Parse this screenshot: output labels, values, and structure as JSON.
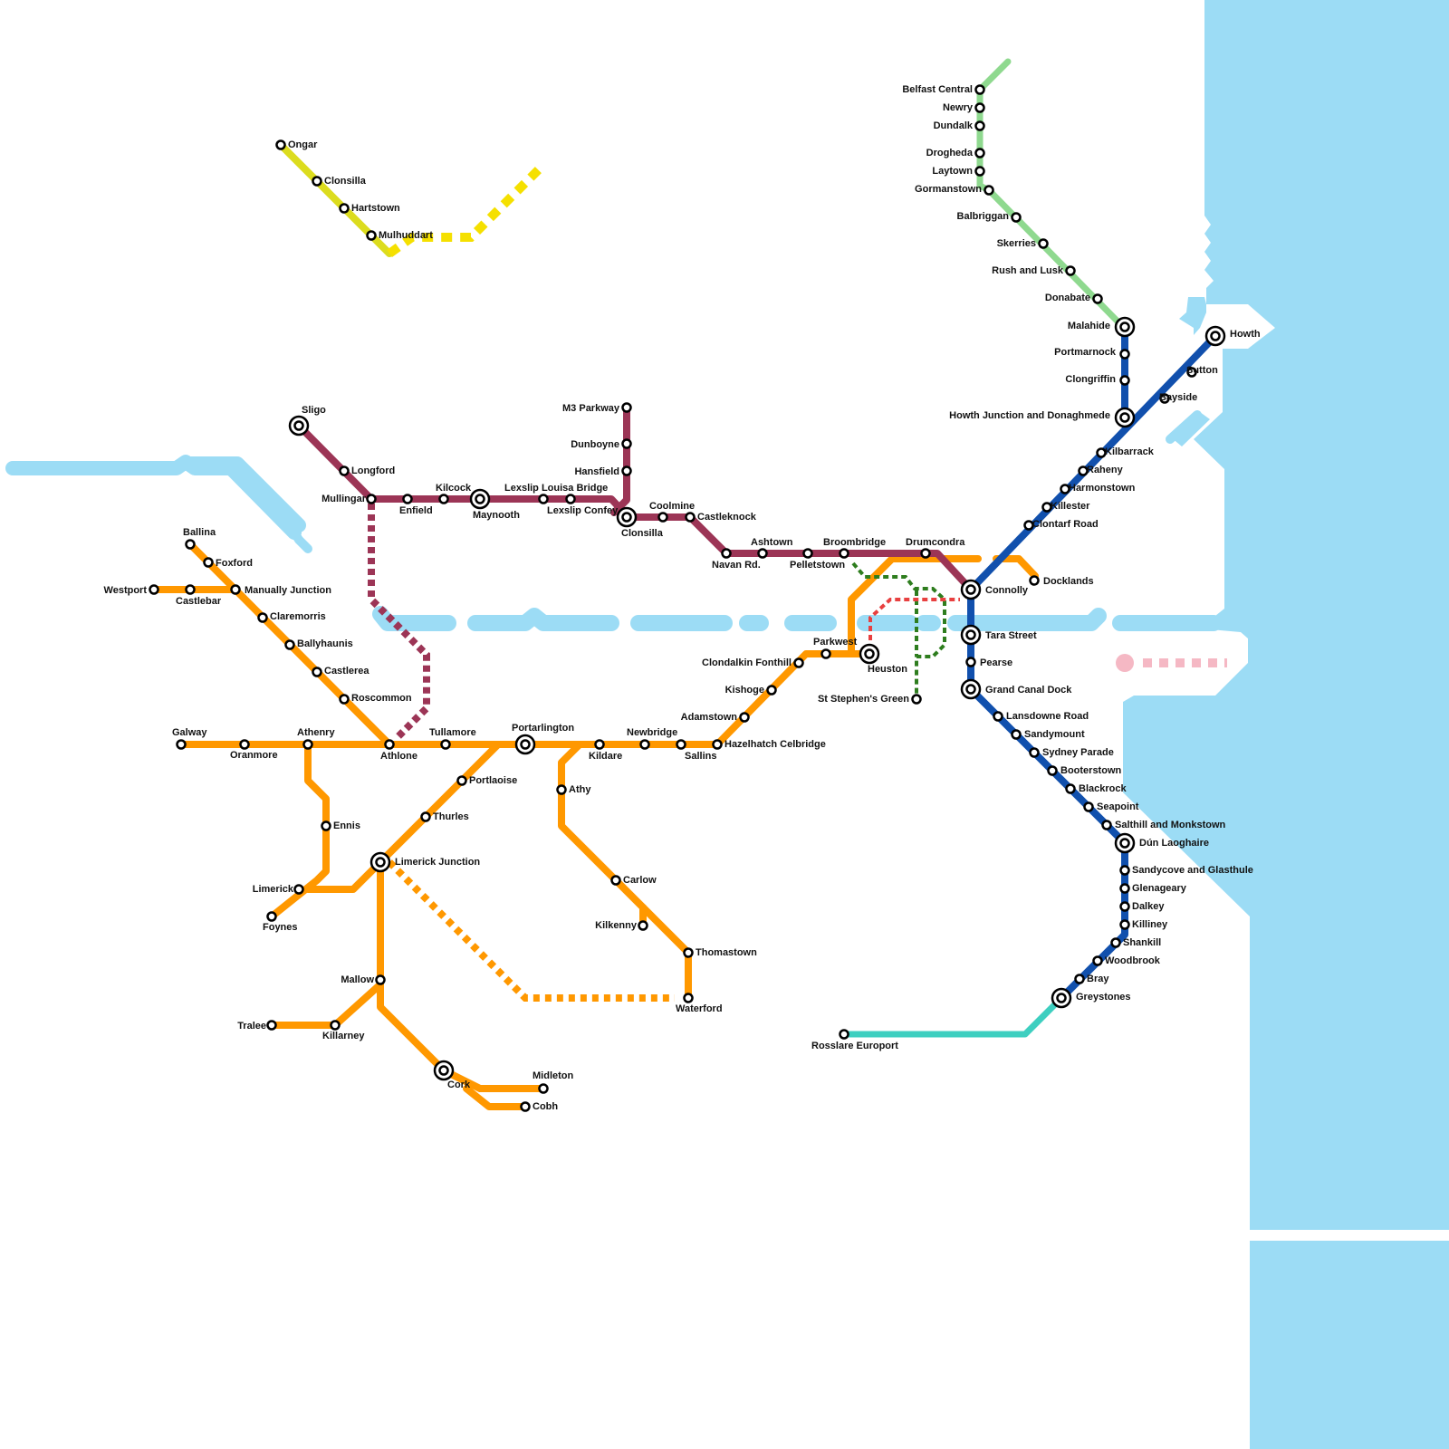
{
  "map": {
    "colors": {
      "water": "#9cdcf5",
      "intercity": "#ff9800",
      "maynooth": "#9c3556",
      "dart": "#1150ad",
      "northern": "#8fd98f",
      "rosslare": "#3ecfc0",
      "ongar_planned": "#dcdc1e",
      "luas_green": "#2e7d1e",
      "luas_red": "#e84040",
      "howth_ferry": "#f5b8c4"
    },
    "lines": [
      {
        "id": "dart",
        "color_key": "dart"
      },
      {
        "id": "northern-commuter",
        "color_key": "northern"
      },
      {
        "id": "maynooth-line",
        "color_key": "maynooth"
      },
      {
        "id": "intercity-network",
        "color_key": "intercity"
      },
      {
        "id": "rosslare-line",
        "color_key": "rosslare"
      },
      {
        "id": "ongar-line",
        "color_key": "ongar_planned"
      },
      {
        "id": "luas-green-link",
        "color_key": "luas_green"
      },
      {
        "id": "luas-red-link",
        "color_key": "luas_red"
      }
    ],
    "stations": {
      "belfast_central": "Belfast Central",
      "newry": "Newry",
      "dundalk": "Dundalk",
      "drogheda": "Drogheda",
      "laytown": "Laytown",
      "gormanstown": "Gormanstown",
      "balbriggan": "Balbriggan",
      "skerries": "Skerries",
      "rush_and_lusk": "Rush and Lusk",
      "donabate": "Donabate",
      "malahide": "Malahide",
      "portmarnock": "Portmarnock",
      "clongriffin": "Clongriffin",
      "howth_junction": "Howth Junction and Donaghmede",
      "howth": "Howth",
      "sutton": "Sutton",
      "bayside": "Bayside",
      "kilbarrack": "Kilbarrack",
      "raheny": "Raheny",
      "harmonstown": "Harmonstown",
      "killester": "Killester",
      "clontarf_road": "Clontarf Road",
      "connolly": "Connolly",
      "docklands": "Docklands",
      "tara_street": "Tara Street",
      "pearse": "Pearse",
      "grand_canal_dock": "Grand Canal Dock",
      "lansdowne_road": "Lansdowne Road",
      "sandymount": "Sandymount",
      "sydney_parade": "Sydney Parade",
      "booterstown": "Booterstown",
      "blackrock": "Blackrock",
      "seapoint": "Seapoint",
      "salthill": "Salthill and Monkstown",
      "dun_laoghaire": "Dún Laoghaire",
      "sandycove": "Sandycove and Glasthule",
      "glenageary": "Glenageary",
      "dalkey": "Dalkey",
      "killiney": "Killiney",
      "shankill": "Shankill",
      "woodbrook": "Woodbrook",
      "bray": "Bray",
      "greystones": "Greystones",
      "rosslare_europort": "Rosslare Europort",
      "ongar": "Ongar",
      "clonsilla_ongar": "Clonsilla",
      "hartstown": "Hartstown",
      "mulhuddart": "Mulhuddart",
      "sligo": "Sligo",
      "longford": "Longford",
      "mullingar": "Mullingar",
      "enfield": "Enfield",
      "kilcock": "Kilcock",
      "maynooth": "Maynooth",
      "lexslip_louisa_bridge": "Lexslip Louisa Bridge",
      "lexslip_confey": "Lexslip Confey",
      "m3_parkway": "M3 Parkway",
      "dunboyne": "Dunboyne",
      "hansfield": "Hansfield",
      "clonsilla": "Clonsilla",
      "coolmine": "Coolmine",
      "castleknock": "Castleknock",
      "navan_rd": "Navan Rd.",
      "ashtown": "Ashtown",
      "pelletstown": "Pelletstown",
      "broombridge": "Broombridge",
      "drumcondra": "Drumcondra",
      "heuston": "Heuston",
      "parkwest": "Parkwest",
      "clondalkin": "Clondalkin Fonthill",
      "kishoge": "Kishoge",
      "adamstown": "Adamstown",
      "hazelhatch": "Hazelhatch Celbridge",
      "st_stephens_green": "St Stephen's Green",
      "sallins": "Sallins",
      "newbridge": "Newbridge",
      "kildare": "Kildare",
      "portarlington": "Portarlington",
      "tullamore": "Tullamore",
      "athlone": "Athlone",
      "athenry": "Athenry",
      "oranmore": "Oranmore",
      "galway": "Galway",
      "roscommon": "Roscommon",
      "castlerea": "Castlerea",
      "ballyhaunis": "Ballyhaunis",
      "claremorris": "Claremorris",
      "manulla": "Manually Junction",
      "castlebar": "Castlebar",
      "westport": "Westport",
      "foxford": "Foxford",
      "ballina": "Ballina",
      "ennis": "Ennis",
      "limerick": "Limerick",
      "foynes": "Foynes",
      "limerick_junction": "Limerick Junction",
      "thurles": "Thurles",
      "portlaoise": "Portlaoise",
      "mallow": "Mallow",
      "killarney": "Killarney",
      "tralee": "Tralee",
      "cork": "Cork",
      "midleton": "Midleton",
      "cobh": "Cobh",
      "athy": "Athy",
      "carlow": "Carlow",
      "kilkenny": "Kilkenny",
      "thomastown": "Thomastown",
      "waterford": "Waterford"
    }
  }
}
